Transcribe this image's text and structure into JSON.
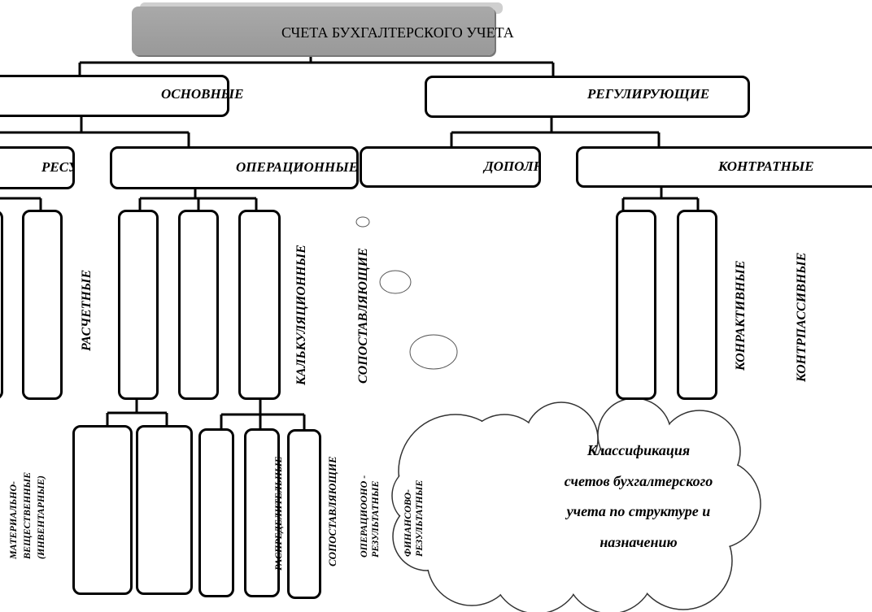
{
  "title": "СЧЕТА БУХГАЛТЕРСКОГО УЧЕТА",
  "level1": {
    "main": "ОСНОВНЫЕ",
    "regulating": "РЕГУЛИРУЮЩИЕ"
  },
  "level2": {
    "resource": "РЕСУРСНЫЕ",
    "operational": "ОПЕРАЦИОННЫЕ",
    "supplementary": "ДОПОЛНЯЮЩИЕ",
    "contra": "КОНТРАТНЫЕ"
  },
  "level3": {
    "settlement": "РАСЧЕТНЫЕ",
    "costing": "КАЛЬКУЛЯЦИОННЫЕ",
    "matching": "СОПОСТАВЛЯЮЩИЕ",
    "contra_active": "КОНРАКТИВНЫЕ",
    "contra_passive": "КОНТРПАССИВНЫЕ"
  },
  "level4": {
    "material_1": "МАТЕРИАЛЬНО-",
    "material_2": "ВЕЩЕСТВЕННЫЕ",
    "material_3": "(ИНВЕНТАРНЫЕ)",
    "distributive": "РАСПРЕДЕЛИТЕЛЬНЫЕ",
    "matching": "СОПОСТАВЛЯЮЩИЕ",
    "op_result_1": "ОПЕРАЦИООНО -",
    "op_result_2": "РЕЗУЛЬТАТНЫЕ",
    "fin_result_1": "ФИНАНСОВО-",
    "fin_result_2": "РЕЗУЛЬТАТНЫЕ"
  },
  "caption": {
    "line1": "Классификация",
    "line2": "счетов бухгалтерского",
    "line3": "учета по структуре и",
    "line4": "назначению"
  }
}
